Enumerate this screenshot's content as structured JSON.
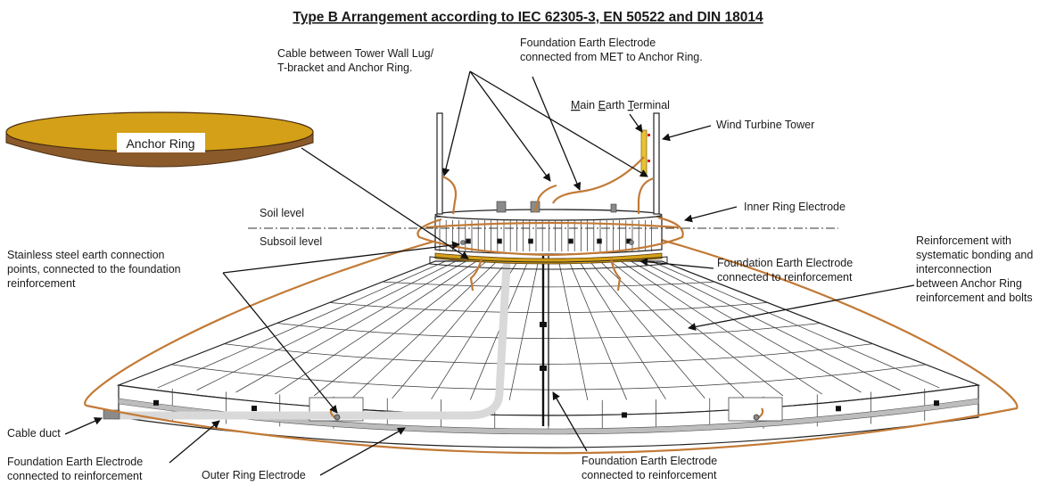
{
  "title": "Type B Arrangement according to IEC 62305-3, EN 50522 and DIN 18014",
  "labels": {
    "cable_tower": [
      "Cable between Tower Wall Lug/",
      "T-bracket and Anchor Ring."
    ],
    "fee_met": [
      "Foundation Earth Electrode",
      "connected from MET to Anchor Ring."
    ],
    "met_prefix": [
      "M",
      "ain ",
      "E",
      "arth ",
      "T",
      "erminal"
    ],
    "tower": "Wind Turbine Tower",
    "anchor_ring": "Anchor Ring",
    "soil": "Soil level",
    "subsoil": "Subsoil level",
    "inner_ring": "Inner Ring Electrode",
    "stainless": [
      "Stainless steel earth connection",
      "points, connected to the foundation",
      "reinforcement"
    ],
    "fee_right": [
      "Foundation Earth Electrode",
      "connected to reinforcement"
    ],
    "reinforcement": [
      "Reinforcement with",
      "systematic bonding and",
      "interconnection",
      "between Anchor Ring",
      "reinforcement and bolts"
    ],
    "cable_duct": "Cable duct",
    "fee_left": [
      "Foundation Earth Electrode",
      "connected to reinforcement"
    ],
    "outer_ring": "Outer Ring Electrode",
    "fee_bottom": [
      "Foundation Earth Electrode",
      "connected to reinforcement"
    ]
  },
  "colors": {
    "cable": "#c27a36",
    "anchor_top": "#d4a017",
    "anchor_side": "#8b5a2b",
    "concrete_band": "#bdbdbd",
    "duct": "#d9d9d9"
  }
}
